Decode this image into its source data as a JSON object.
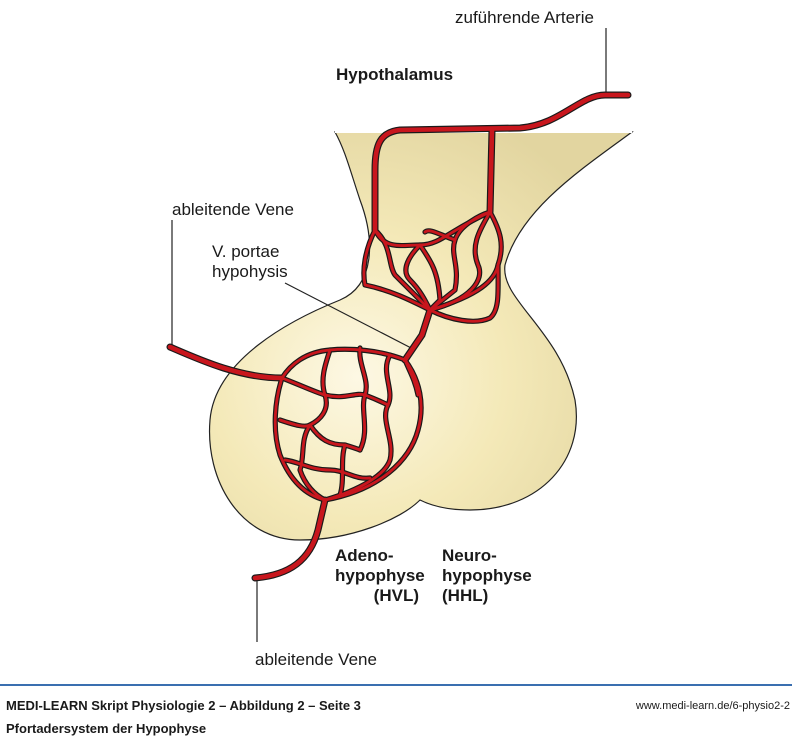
{
  "labels": {
    "artery": "zuführende Arterie",
    "hypothalamus": "Hypothalamus",
    "vein_top": "ableitende Vene",
    "portal_line1": "V. portae",
    "portal_line2": "hypohysis",
    "adeno_line1": "Adeno-",
    "adeno_line2": "hypophyse",
    "adeno_line3": "(HVL)",
    "neuro_line1": "Neuro-",
    "neuro_line2": "hypophyse",
    "neuro_line3": "(HHL)",
    "vein_bottom": "ableitende Vene"
  },
  "footer": {
    "title": "MEDI-LEARN Skript Physiologie 2 – Abbildung 2 – Seite 3",
    "subtitle": "Pfortadersystem der Hypophyse",
    "url": "www.medi-learn.de/6-physio2-2"
  },
  "colors": {
    "vessel": "#c8161d",
    "tissue": "#efe3b0",
    "rule": "#3a6fb0"
  }
}
